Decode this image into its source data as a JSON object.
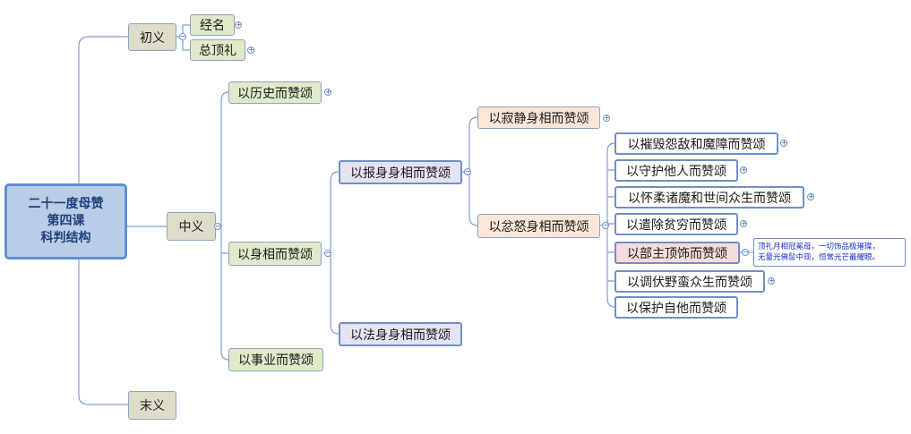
{
  "root": {
    "line1": "二十一度母赞",
    "line2": "第四课",
    "line3": "科判结构"
  },
  "chuyi": {
    "label": "初义",
    "children": [
      "经名",
      "总顶礼"
    ]
  },
  "zhongyi": {
    "label": "中义",
    "children": [
      "以历史而赞颂",
      "以身相而赞颂",
      "以事业而赞颂"
    ]
  },
  "moyi": {
    "label": "末义"
  },
  "shenxiang": {
    "children": [
      "以报身身相而赞颂",
      "以法身身相而赞颂"
    ]
  },
  "baoshen": {
    "children": [
      "以寂静身相而赞颂",
      "以忿怒身相而赞颂"
    ]
  },
  "fennu": {
    "children": [
      "以摧毁怨敌和魔障而赞颂",
      "以守护他人而赞颂",
      "以怀柔诸魔和世间众生而赞颂",
      "以遣除贫穷而赞颂",
      "以部主顶饰而赞颂",
      "以调伏野蛮众生而赞颂",
      "以保护自他而赞颂"
    ]
  },
  "note": {
    "line1": "顶礼月相冠冕母，一切饰品极璀璨，",
    "line2": "无量光佛髻中现，恒常光芒最耀眼。"
  },
  "colors": {
    "line": "#7f9fd0",
    "root_border": "#5e8fd4",
    "note_text": "#1a2fc8"
  }
}
